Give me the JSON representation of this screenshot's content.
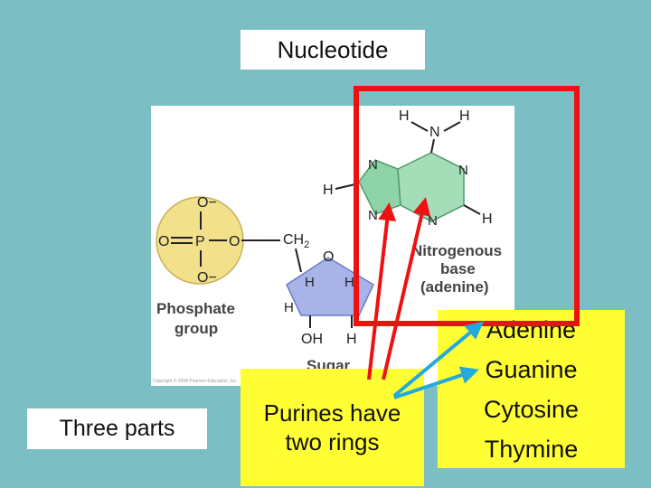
{
  "title": "Nucleotide",
  "figure": {
    "phosphate": {
      "top_atom": "O−",
      "left_atom": "O",
      "center_atom": "P",
      "right_atom": "O",
      "bottom_atom": "O−",
      "label_line1": "Phosphate",
      "label_line2": "group"
    },
    "sugar": {
      "ch2": "CH",
      "ch2_sub": "2",
      "ring_o": "O",
      "h1": "H",
      "h2": "H",
      "h3": "H",
      "oh": "OH",
      "h4": "H",
      "label": "Sugar"
    },
    "base": {
      "h_top_left": "H",
      "h_top_right": "H",
      "n_amine": "N",
      "n7": "N",
      "n1": "N",
      "n9": "N",
      "n3": "N",
      "h8": "H",
      "h2": "H",
      "label_line1": "Nitrogenous",
      "label_line2": "base",
      "label_line3": "(adenine)"
    },
    "credit": "Copyright © 2008 Pearson Education, Inc."
  },
  "three_parts": "Three parts",
  "purines_note": "Purines have two rings",
  "bases": [
    "Adenine",
    "Guanine",
    "Cytosine",
    "Thymine"
  ],
  "colors": {
    "background": "#7bbfc4",
    "highlight_box": "#ee1111",
    "note_fill": "#ffff33",
    "arrow_red": "#ee1111",
    "arrow_blue": "#22aadd",
    "phosphate_fill": "#f3e08a",
    "sugar_fill": "#a8b4e8",
    "purine_fill": "#8fd4a8"
  }
}
